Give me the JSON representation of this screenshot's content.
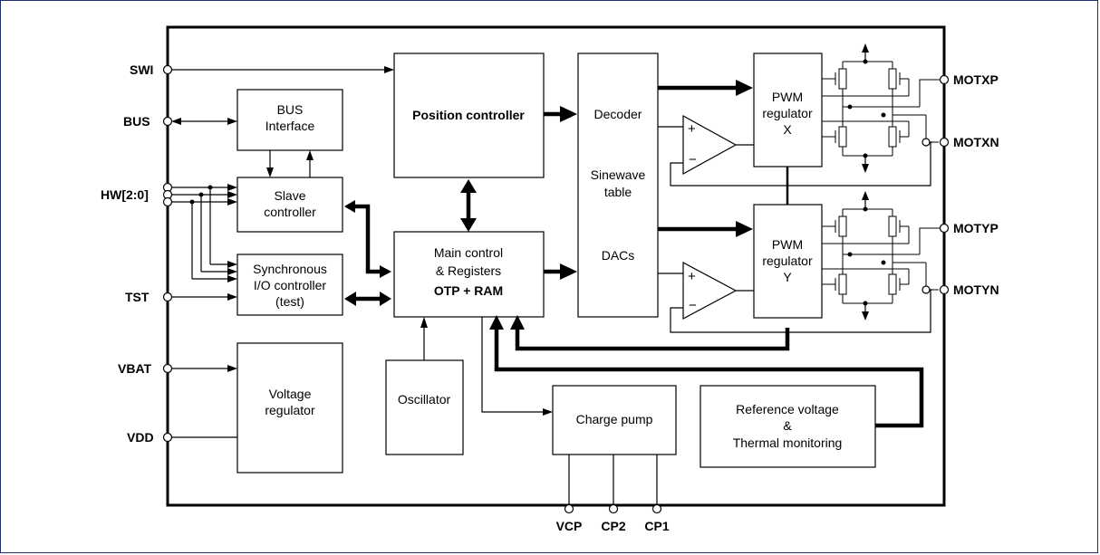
{
  "pins": {
    "swi": "SWI",
    "bus": "BUS",
    "hw": "HW[2:0]",
    "tst": "TST",
    "vbat": "VBAT",
    "vdd": "VDD",
    "motxp": "MOTXP",
    "motxn": "MOTXN",
    "motyp": "MOTYP",
    "motyn": "MOTYN",
    "vcp": "VCP",
    "cp2": "CP2",
    "cp1": "CP1"
  },
  "blocks": {
    "bus_interface": [
      "BUS",
      "Interface"
    ],
    "slave_controller": [
      "Slave",
      "controller"
    ],
    "sync_io": [
      "Synchronous",
      "I/O controller",
      "(test)"
    ],
    "voltage_regulator": [
      "Voltage",
      "regulator"
    ],
    "position_controller": "Position controller",
    "main_control": [
      "Main control",
      "& Registers",
      "OTP + RAM"
    ],
    "oscillator": "Oscillator",
    "charge_pump": "Charge pump",
    "reference": [
      "Reference voltage",
      "&",
      "Thermal monitoring"
    ],
    "dac_column": {
      "decoder": "Decoder",
      "sinewave": [
        "Sinewave",
        "table"
      ],
      "dacs": "DACs"
    },
    "pwm_x": [
      "PWM",
      "regulator",
      "X"
    ],
    "pwm_y": [
      "PWM",
      "regulator",
      "Y"
    ]
  },
  "comparator": {
    "plus": "+",
    "minus": "−"
  }
}
